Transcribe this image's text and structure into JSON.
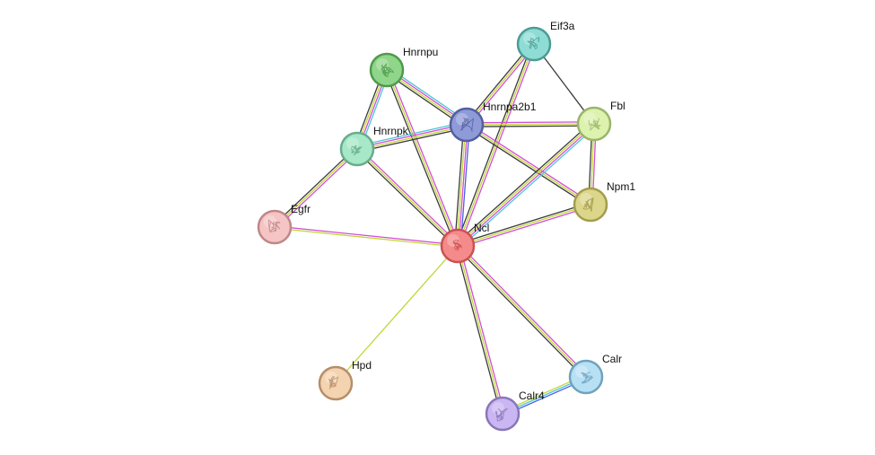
{
  "nodes": [
    {
      "id": "Eif3a",
      "label": "Eif3a",
      "fill": "#8fdcd4",
      "stroke": "#4a9c95",
      "icon": "protein-structure-icon"
    },
    {
      "id": "Hnrnpu",
      "label": "Hnrnpu",
      "fill": "#8fd68a",
      "stroke": "#4f9a4b",
      "icon": "protein-structure-icon"
    },
    {
      "id": "Hnrnpa2b1",
      "label": "Hnrnpa2b1",
      "fill": "#8f9bd9",
      "stroke": "#535f9e",
      "icon": "protein-structure-icon"
    },
    {
      "id": "Fbl",
      "label": "Fbl",
      "fill": "#dcf2ae",
      "stroke": "#9ab56b",
      "icon": "protein-structure-icon"
    },
    {
      "id": "Hnrnpk",
      "label": "Hnrnpk",
      "fill": "#a6e8c8",
      "stroke": "#67ad8b",
      "icon": "protein-structure-icon"
    },
    {
      "id": "Npm1",
      "label": "Npm1",
      "fill": "#dcd68a",
      "stroke": "#a39d4d",
      "icon": "protein-structure-icon"
    },
    {
      "id": "Egfr",
      "label": "Egfr",
      "fill": "#f5c5c5",
      "stroke": "#c08787",
      "icon": "protein-structure-icon"
    },
    {
      "id": "Ncl",
      "label": "Ncl",
      "fill": "#f48a8a",
      "stroke": "#cc5151",
      "icon": "protein-structure-icon"
    },
    {
      "id": "Hpd",
      "label": "Hpd",
      "fill": "#f4d3b0",
      "stroke": "#b58e69",
      "icon": "protein-structure-icon"
    },
    {
      "id": "Calr",
      "label": "Calr",
      "fill": "#b8e0f4",
      "stroke": "#6fa3bd",
      "icon": "protein-structure-icon"
    },
    {
      "id": "Calr4",
      "label": "Calr4",
      "fill": "#c9b6f2",
      "stroke": "#8a76b8",
      "icon": "protein-structure-icon"
    }
  ],
  "edges": [
    {
      "source": "Eif3a",
      "target": "Fbl",
      "evidence": [
        "black"
      ]
    },
    {
      "source": "Eif3a",
      "target": "Hnrnpa2b1",
      "evidence": [
        "magenta",
        "yellow",
        "black"
      ]
    },
    {
      "source": "Eif3a",
      "target": "Ncl",
      "evidence": [
        "magenta",
        "yellow",
        "black"
      ]
    },
    {
      "source": "Hnrnpu",
      "target": "Hnrnpa2b1",
      "evidence": [
        "cyan",
        "magenta",
        "yellow",
        "black"
      ]
    },
    {
      "source": "Hnrnpu",
      "target": "Hnrnpk",
      "evidence": [
        "cyan",
        "magenta",
        "yellow",
        "black"
      ]
    },
    {
      "source": "Hnrnpu",
      "target": "Ncl",
      "evidence": [
        "magenta",
        "yellow",
        "black"
      ]
    },
    {
      "source": "Hnrnpk",
      "target": "Hnrnpa2b1",
      "evidence": [
        "cyan",
        "magenta",
        "yellow",
        "black"
      ]
    },
    {
      "source": "Hnrnpk",
      "target": "Egfr",
      "evidence": [
        "magenta",
        "yellow",
        "black"
      ]
    },
    {
      "source": "Hnrnpk",
      "target": "Ncl",
      "evidence": [
        "magenta",
        "yellow",
        "black"
      ]
    },
    {
      "source": "Hnrnpa2b1",
      "target": "Ncl",
      "evidence": [
        "blue",
        "magenta",
        "yellow",
        "black"
      ]
    },
    {
      "source": "Hnrnpa2b1",
      "target": "Fbl",
      "evidence": [
        "magenta",
        "yellow",
        "black"
      ]
    },
    {
      "source": "Hnrnpa2b1",
      "target": "Npm1",
      "evidence": [
        "magenta",
        "yellow",
        "black"
      ]
    },
    {
      "source": "Fbl",
      "target": "Npm1",
      "evidence": [
        "magenta",
        "yellow",
        "black"
      ]
    },
    {
      "source": "Fbl",
      "target": "Ncl",
      "evidence": [
        "cyan",
        "magenta",
        "yellow",
        "black"
      ]
    },
    {
      "source": "Npm1",
      "target": "Ncl",
      "evidence": [
        "magenta",
        "yellow",
        "black"
      ]
    },
    {
      "source": "Egfr",
      "target": "Ncl",
      "evidence": [
        "magenta",
        "yellow"
      ]
    },
    {
      "source": "Ncl",
      "target": "Hpd",
      "evidence": [
        "yellow"
      ]
    },
    {
      "source": "Ncl",
      "target": "Calr",
      "evidence": [
        "magenta",
        "yellow",
        "black"
      ]
    },
    {
      "source": "Ncl",
      "target": "Calr4",
      "evidence": [
        "magenta",
        "yellow",
        "black"
      ]
    },
    {
      "source": "Calr",
      "target": "Calr4",
      "evidence": [
        "blue",
        "cyan",
        "yellow"
      ]
    }
  ],
  "evidence_colors": {
    "black": "#3a3a3a",
    "magenta": "#d24fd2",
    "yellow": "#c2d63a",
    "cyan": "#4fc6d8",
    "blue": "#4a5fe0"
  }
}
